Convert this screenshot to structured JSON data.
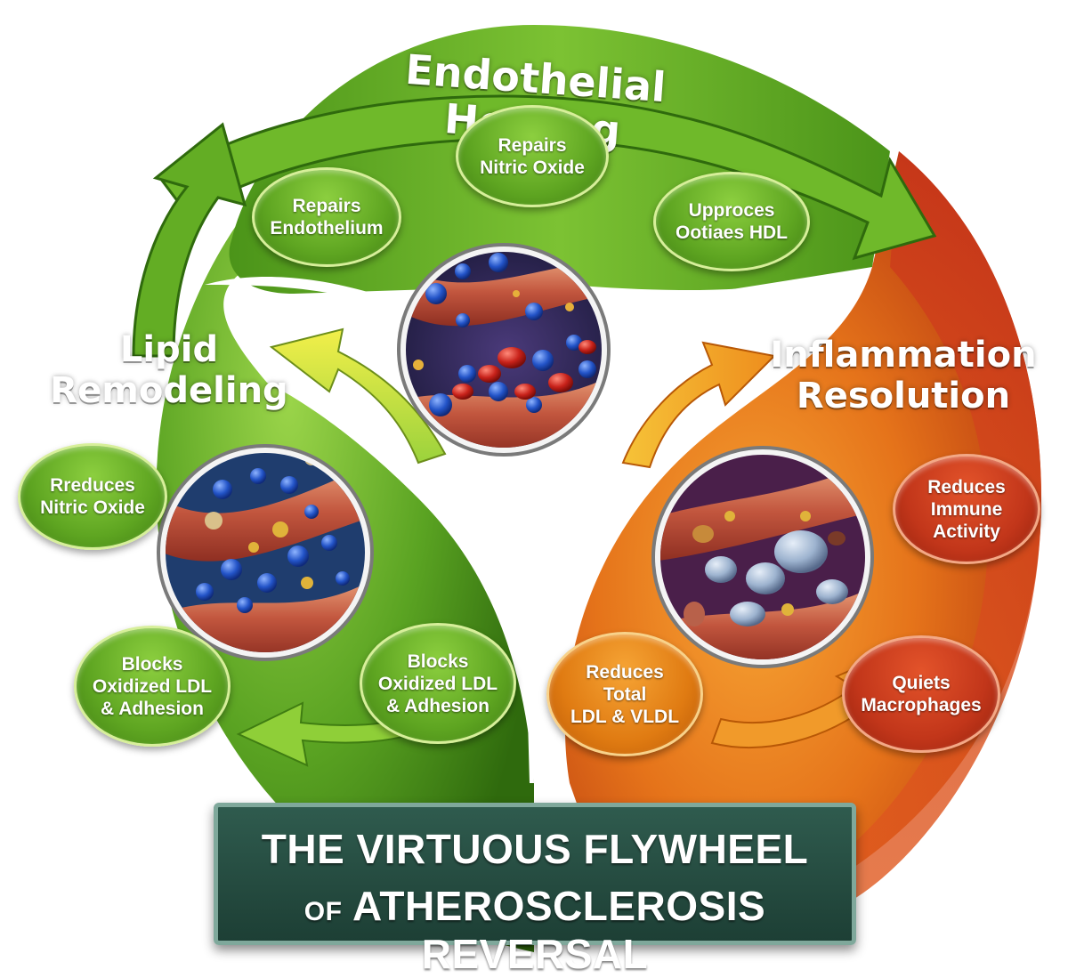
{
  "title": {
    "line1": "THE VIRTUOUS FLYWHEEL",
    "line2_prefix": "OF",
    "line2_main": "ATHEROSCLEROSIS REVERSAL"
  },
  "sections": {
    "endothelial": {
      "title": "Endothelial Healing",
      "color": "#5ea521",
      "nodes": [
        "Repairs\nEndothelium",
        "Repairs\nNitric Oxide",
        "Upproces\nOotiaes HDL"
      ]
    },
    "lipid": {
      "title_line1": "Lipid",
      "title_line2": "Remodeling",
      "color": "#4e9a1c",
      "nodes": [
        "Rreduces\nNitric Oxide",
        "Blocks\nOxidized LDL\n& Adhesion",
        "Blocks\nOxidized LDL\n& Adhesion"
      ]
    },
    "inflammation": {
      "title_line1": "Inflammation",
      "title_line2": "Resolution",
      "color": "#d9561c",
      "nodes": [
        "Reduces\nImmune\nActivity",
        "Quiets\nMacrophages",
        "Reduces\nTotal\nLDL & VLDL"
      ]
    }
  },
  "icons": [
    "artery-cross-section-icon",
    "cycle-arrow-icon"
  ],
  "colors": {
    "green_dark": "#3f7d12",
    "green_light": "#8ccf3f",
    "orange": "#e8861a",
    "red": "#c2361a",
    "banner": "#244a3f"
  }
}
